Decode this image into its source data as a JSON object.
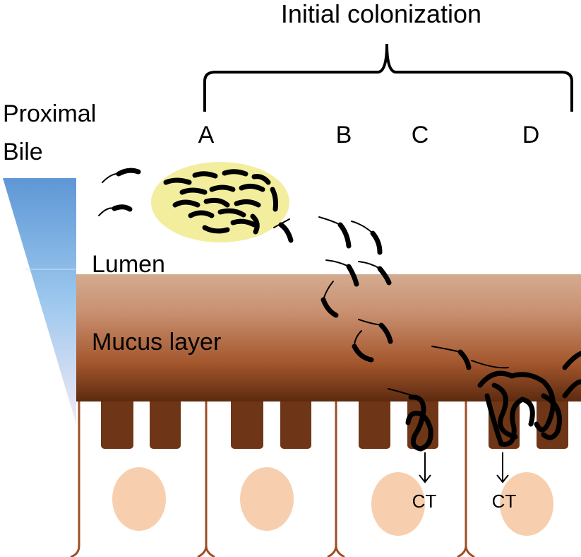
{
  "title": "Initial colonization",
  "gradient_label": [
    "Proximal",
    "Bile"
  ],
  "stages": [
    "A",
    "B",
    "C",
    "D"
  ],
  "regions": {
    "lumen": "Lumen",
    "mucus": "Mucus layer"
  },
  "ct_labels": [
    "CT",
    "CT"
  ],
  "colors": {
    "bile_gradient_top": "#5e97d6",
    "bile_gradient_bottom": "#f3e9f6",
    "mucus_top": "#d4ab90",
    "mucus_mid": "#a3562c",
    "mucus_bottom": "#5c2a10",
    "microvilli": "#6e3616",
    "cell_border": "#9c4e24",
    "nucleus": "#f7cfae",
    "microcolony": "#f3ee9e"
  }
}
